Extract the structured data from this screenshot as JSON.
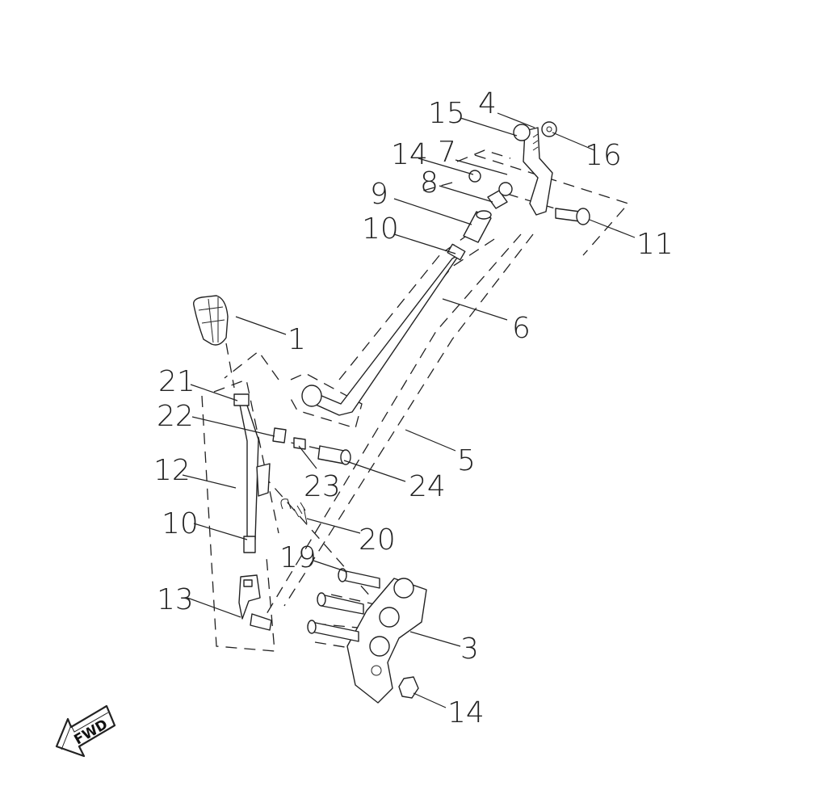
{
  "callouts": [
    {
      "id": "c1",
      "text": "1"
    },
    {
      "id": "c3",
      "text": "3"
    },
    {
      "id": "c4",
      "text": "4"
    },
    {
      "id": "c5",
      "text": "5"
    },
    {
      "id": "c6",
      "text": "6"
    },
    {
      "id": "c7",
      "text": "7"
    },
    {
      "id": "c8",
      "text": "8"
    },
    {
      "id": "c9",
      "text": "9"
    },
    {
      "id": "c10a",
      "text": "10"
    },
    {
      "id": "c10b",
      "text": "10"
    },
    {
      "id": "c11",
      "text": "11"
    },
    {
      "id": "c12",
      "text": "12"
    },
    {
      "id": "c13",
      "text": "13"
    },
    {
      "id": "c14a",
      "text": "14"
    },
    {
      "id": "c14b",
      "text": "14"
    },
    {
      "id": "c15",
      "text": "15"
    },
    {
      "id": "c16",
      "text": "16"
    },
    {
      "id": "c19",
      "text": "19"
    },
    {
      "id": "c20",
      "text": "20"
    },
    {
      "id": "c21",
      "text": "21"
    },
    {
      "id": "c22",
      "text": "22"
    },
    {
      "id": "c23",
      "text": "23"
    },
    {
      "id": "c24",
      "text": "24"
    }
  ],
  "direction_arrow": {
    "label": "FWD"
  }
}
